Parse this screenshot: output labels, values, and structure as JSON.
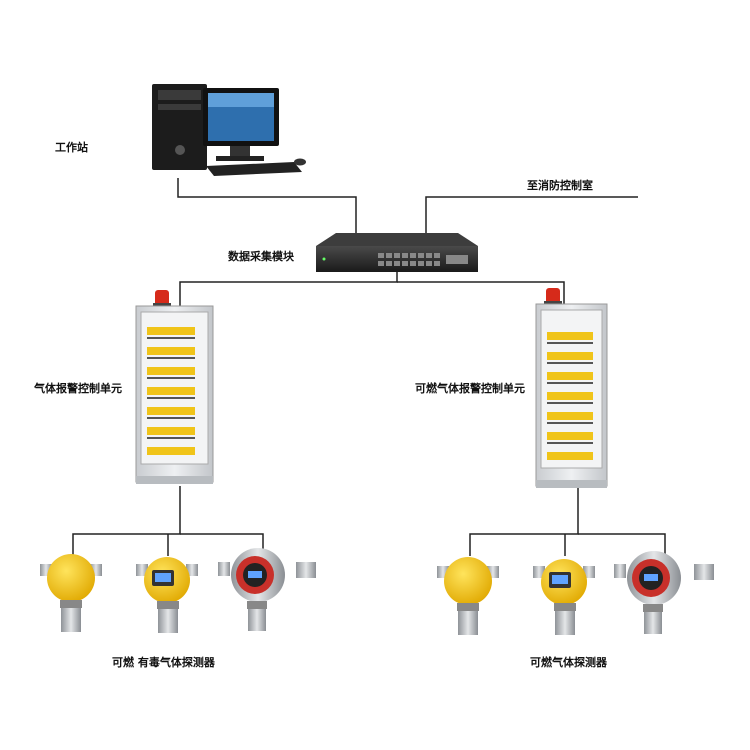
{
  "labels": {
    "workstation": "工作站",
    "fire_control_room": "至消防控制室",
    "data_module": "数据采集模块",
    "gas_alarm_unit": "气体报警控制单元",
    "combustible_alarm_unit": "可燃气体报警控制单元",
    "toxic_detectors": "可燃 有毒气体探测器",
    "combustible_detectors": "可燃气体探测器"
  },
  "colors": {
    "line": "#222222",
    "cabinet": "#e6e8ea",
    "module_yellow": "#f0c419",
    "detector_yellow": "#f2c200",
    "beacon": "#d62a1a",
    "switch": "#2b2b2b",
    "monitor_screen": "#2e6fae"
  },
  "icons": [
    "workstation-icon",
    "network-switch-icon",
    "alarm-cabinet-icon",
    "gas-detector-icon"
  ]
}
